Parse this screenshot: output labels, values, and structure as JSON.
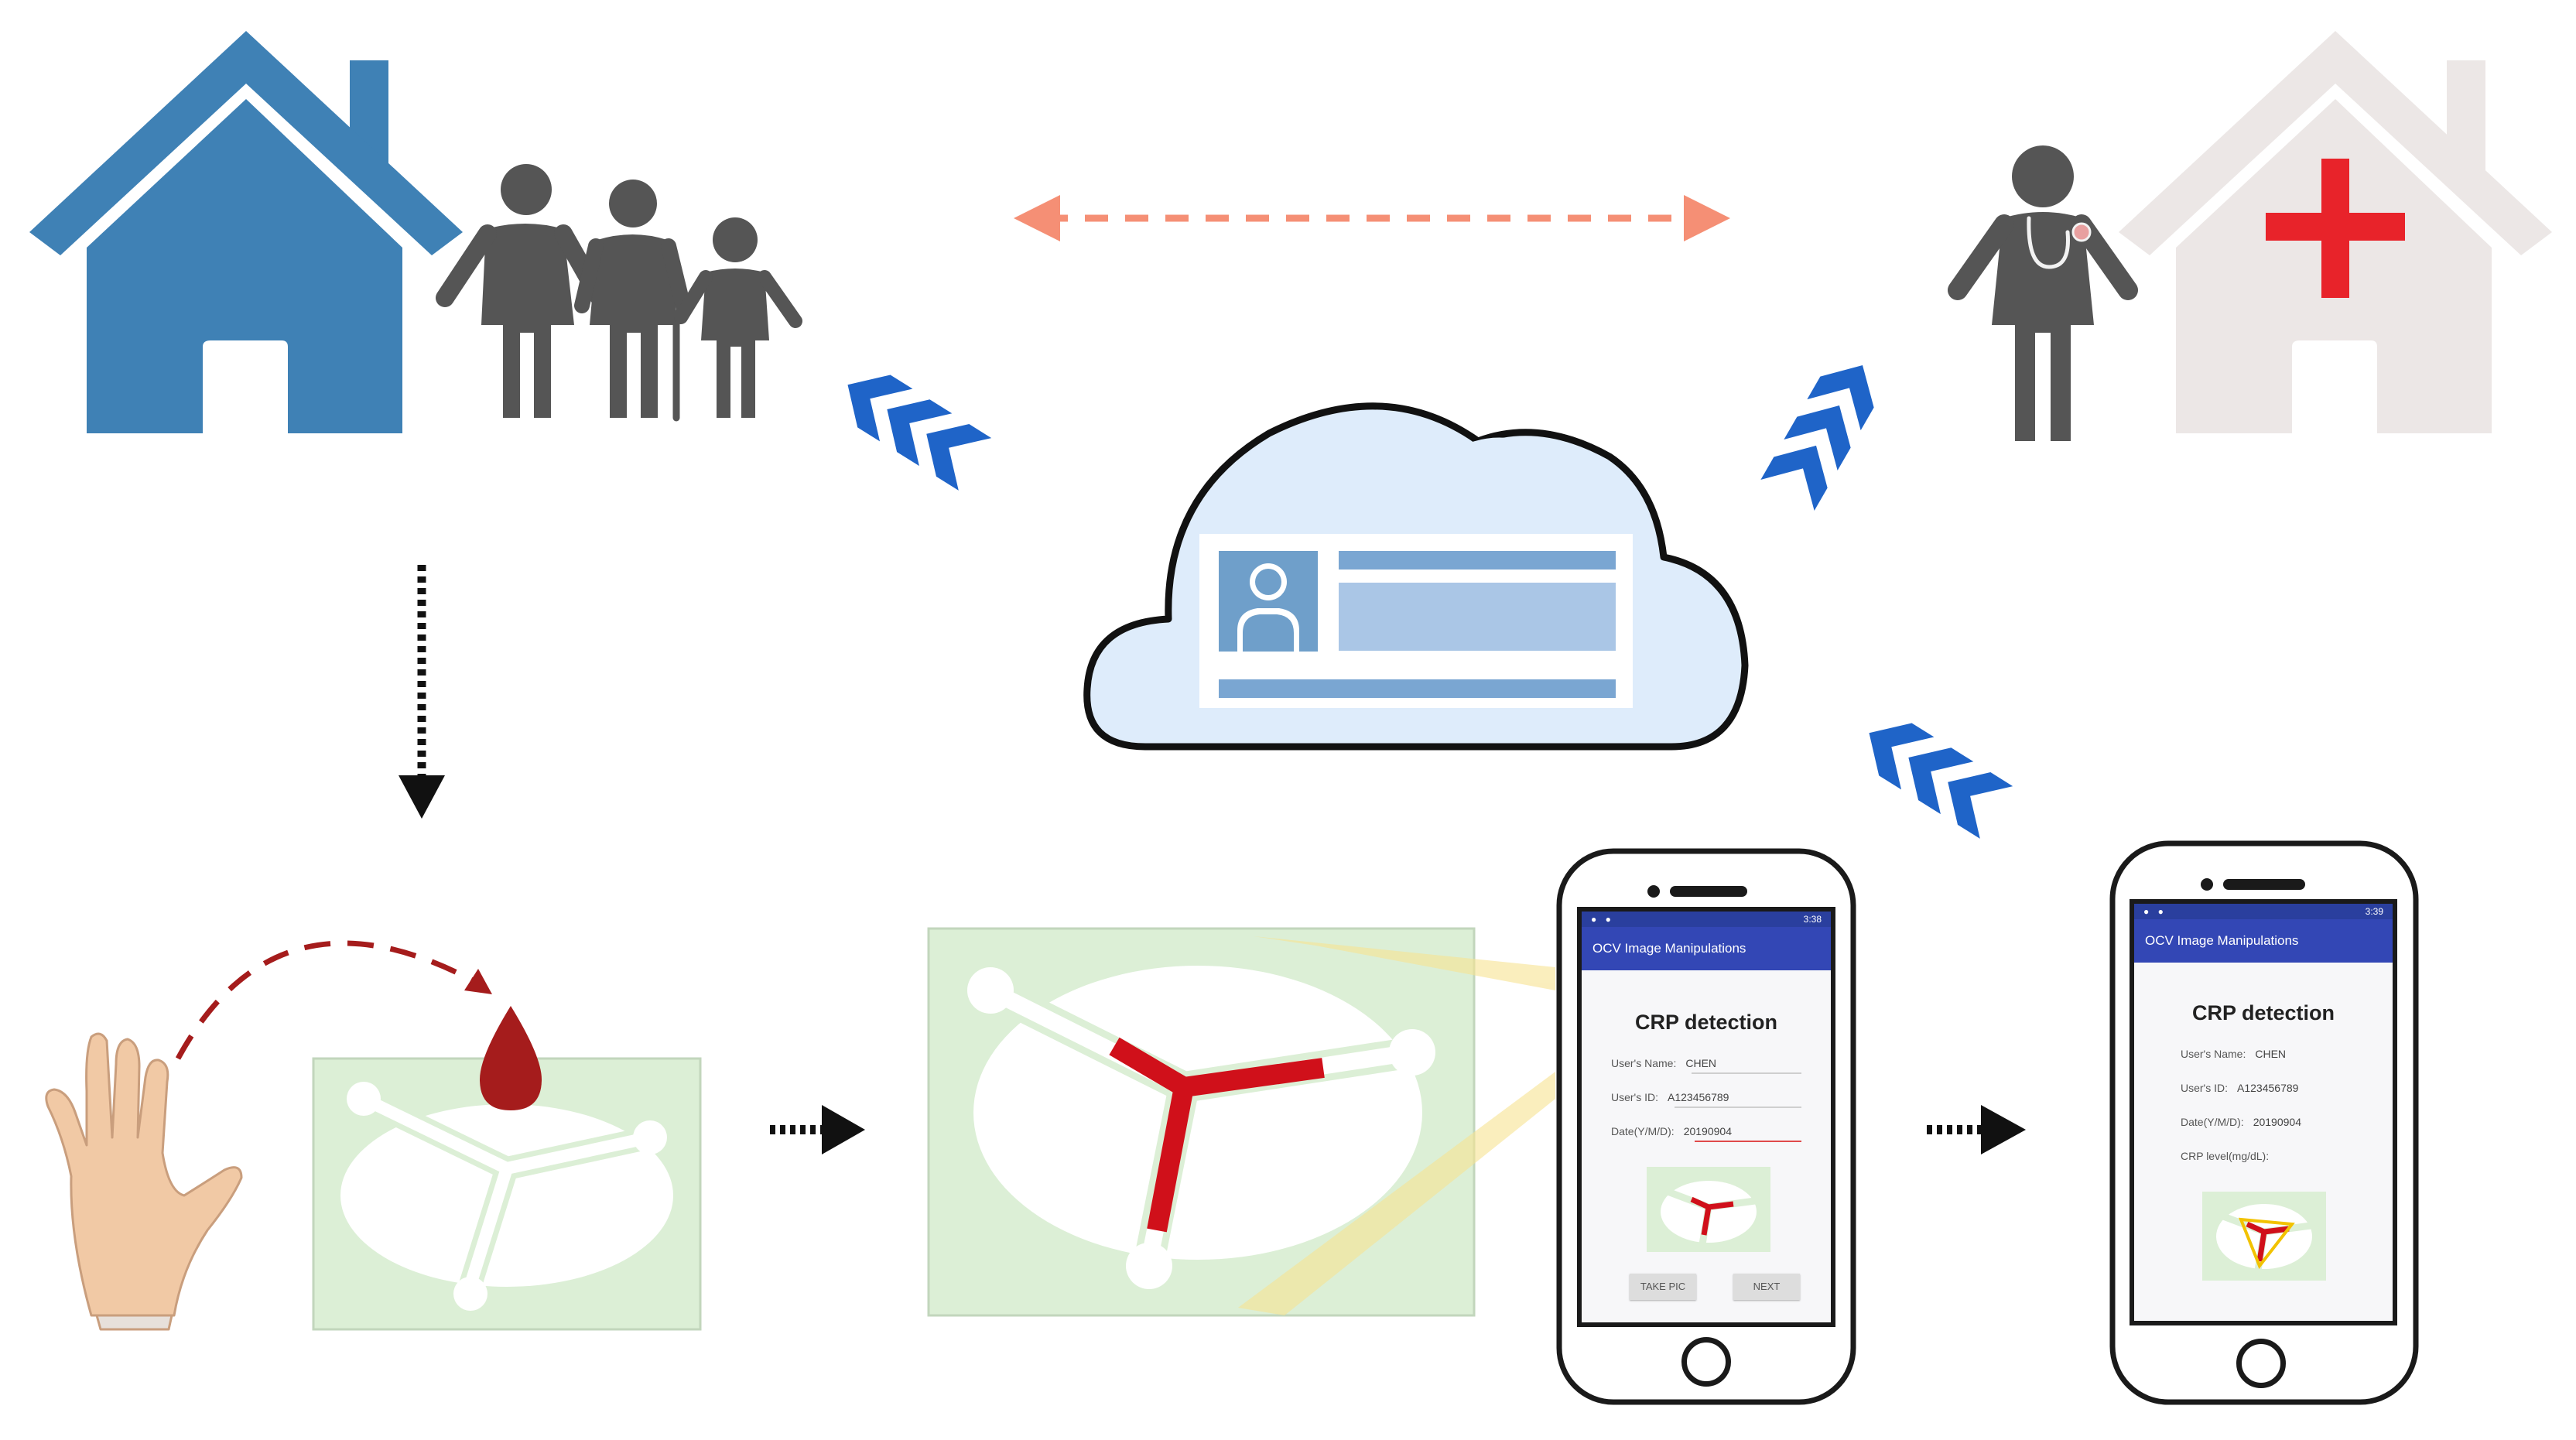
{
  "colors": {
    "home_blue": "#3f81b5",
    "family_gray": "#555555",
    "hospital_gray": "#ece7e6",
    "red_cross": "#e8232a",
    "transfer_arrow": "#f58f75",
    "chevron_blue": "#1f64c8",
    "cloud_fill": "#deecfb",
    "chip_green": "#dcefd6",
    "blood_red": "#a51c1c",
    "channel_red": "#d0101a",
    "app_bar_blue": "#3347b5"
  },
  "icons": [
    "home-icon",
    "family-icon",
    "doctor-icon",
    "hospital-icon",
    "cloud-icon",
    "id-card-icon",
    "hand-icon",
    "blood-drop-icon",
    "chip-icon",
    "phone-icon"
  ],
  "phone_input": {
    "status_time": "3:38",
    "app_title": "OCV Image Manipulations",
    "heading": "CRP detection",
    "fields": [
      {
        "label": "User's Name:",
        "value": "CHEN"
      },
      {
        "label": "User's ID:",
        "value": "A123456789"
      },
      {
        "label": "Date(Y/M/D):",
        "value": "20190904"
      }
    ],
    "buttons": {
      "take_pic": "TAKE PIC",
      "next": "NEXT"
    }
  },
  "phone_result": {
    "status_time": "3:39",
    "app_title": "OCV Image Manipulations",
    "heading": "CRP detection",
    "fields": [
      {
        "label": "User's Name:",
        "value": "CHEN"
      },
      {
        "label": "User's ID:",
        "value": "A123456789"
      },
      {
        "label": "Date(Y/M/D):",
        "value": "20190904"
      },
      {
        "label": "CRP level(mg/dL):",
        "value": ""
      }
    ]
  }
}
